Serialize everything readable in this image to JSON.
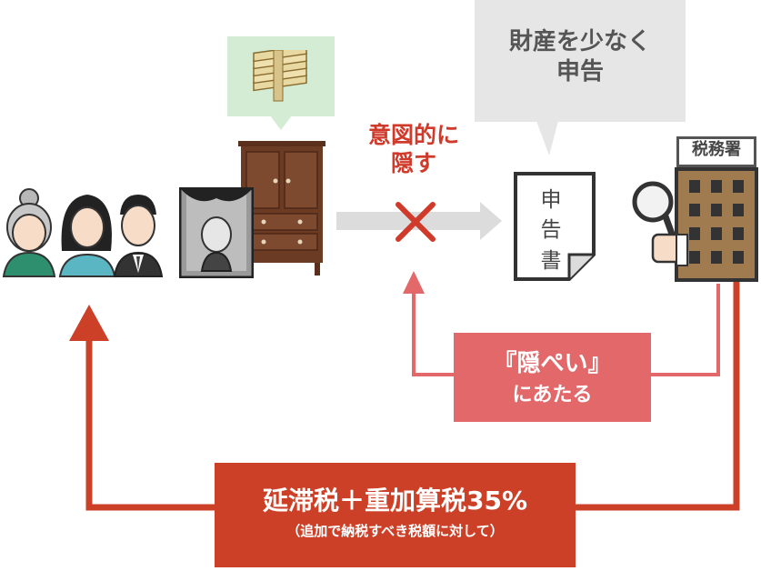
{
  "bubble": {
    "line1": "財産を少なく",
    "line2": "申告"
  },
  "intent": {
    "line1": "意図的に",
    "line2": "隠す"
  },
  "document": {
    "chars": [
      "申",
      "告",
      "書"
    ]
  },
  "tax_office": {
    "label": "税務署"
  },
  "inpei": {
    "title": "『隠ぺい』",
    "subtitle": "にあたる"
  },
  "penalty": {
    "title": "延滞税＋重加算税35%",
    "note": "（追加で納税すべき税額に対して）"
  },
  "colors": {
    "red": "#cc4027",
    "pink": "#e2686a",
    "gray": "#e6e6e6",
    "green": "#d3ecd3",
    "wood": "#6b3b24",
    "building": "#a07b4f"
  }
}
